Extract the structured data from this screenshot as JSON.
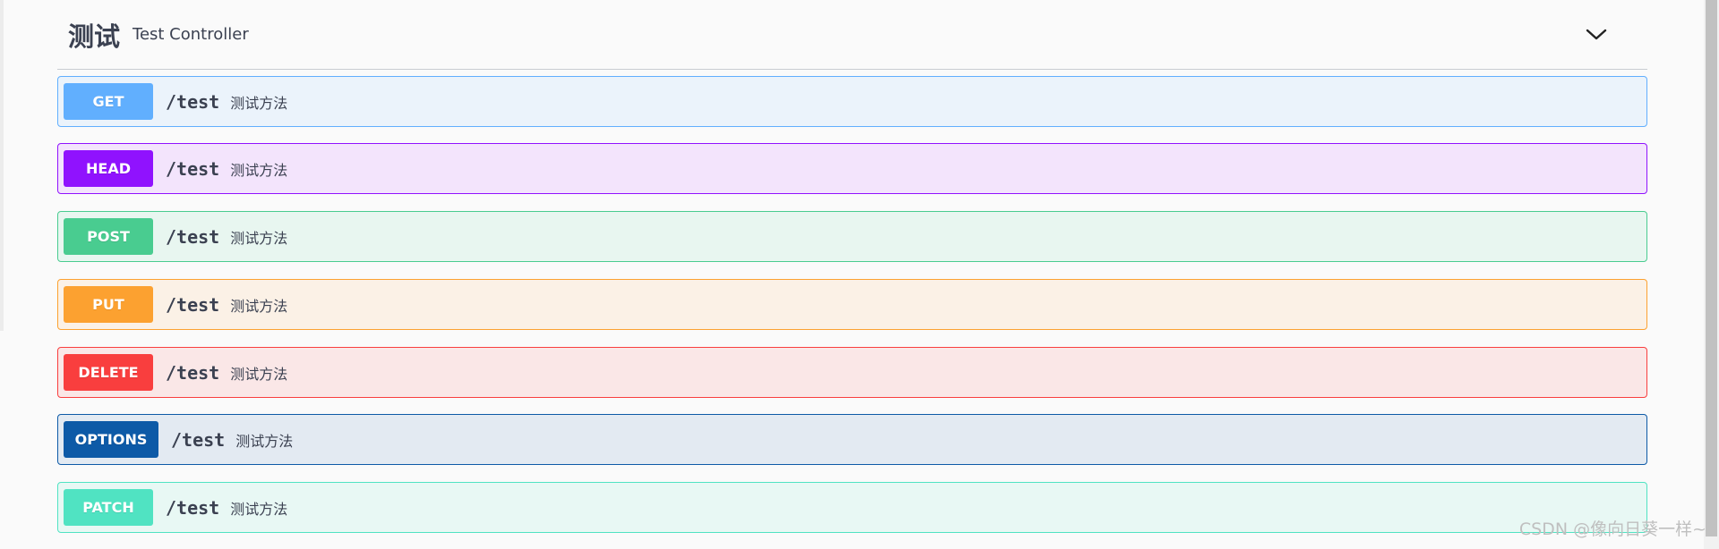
{
  "tag": {
    "title": "测试",
    "description": "Test Controller"
  },
  "operations": [
    {
      "method": "GET",
      "path": "/test",
      "summary": "测试方法",
      "color": "#61affe",
      "bg": "#ebf3fb",
      "border": "#61affe"
    },
    {
      "method": "HEAD",
      "path": "/test",
      "summary": "测试方法",
      "color": "#9012fe",
      "bg": "#f3e4fc",
      "border": "#9012fe"
    },
    {
      "method": "POST",
      "path": "/test",
      "summary": "测试方法",
      "color": "#49cc90",
      "bg": "#e8f6f0",
      "border": "#49cc90"
    },
    {
      "method": "PUT",
      "path": "/test",
      "summary": "测试方法",
      "color": "#fca130",
      "bg": "#fbf1e6",
      "border": "#fca130"
    },
    {
      "method": "DELETE",
      "path": "/test",
      "summary": "测试方法",
      "color": "#f93e3e",
      "bg": "#fae7e7",
      "border": "#f93e3e"
    },
    {
      "method": "OPTIONS",
      "path": "/test",
      "summary": "测试方法",
      "color": "#0d5aa7",
      "bg": "#e3eaf2",
      "border": "#0d5aa7"
    },
    {
      "method": "PATCH",
      "path": "/test",
      "summary": "测试方法",
      "color": "#50e3c2",
      "bg": "#e8f8f4",
      "border": "#50e3c2"
    }
  ],
  "watermark": "CSDN @像向日葵一样~"
}
